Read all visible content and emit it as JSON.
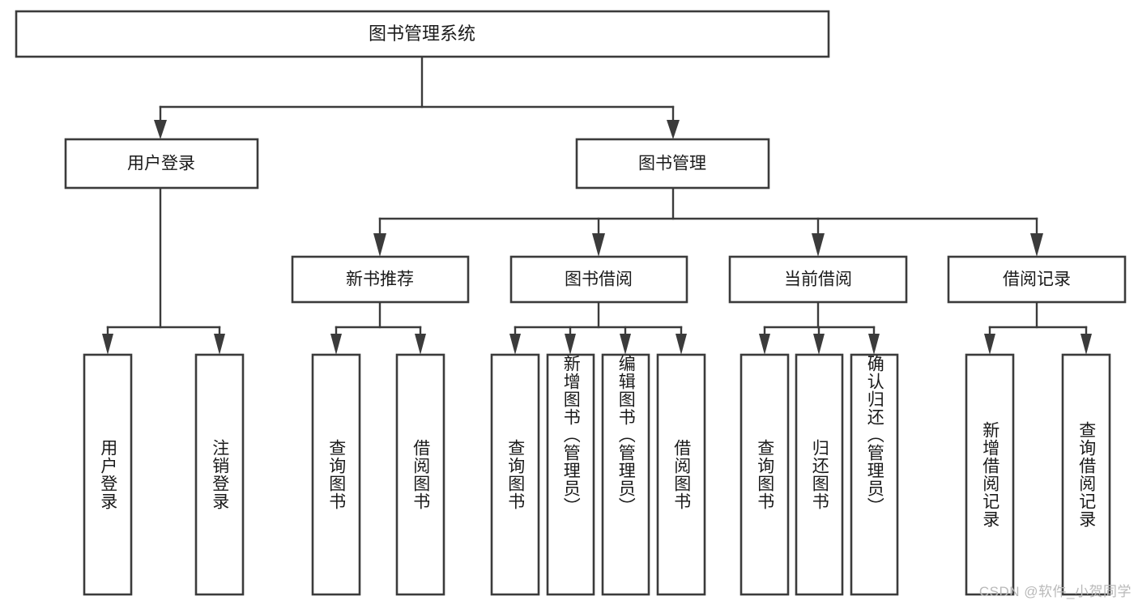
{
  "diagram": {
    "title": "图书管理系统",
    "type": "hierarchy-tree",
    "root": {
      "id": "root",
      "label": "图书管理系统",
      "orientation": "horizontal"
    },
    "level2": [
      {
        "id": "user-login",
        "label": "用户登录",
        "orientation": "horizontal"
      },
      {
        "id": "book-management",
        "label": "图书管理",
        "orientation": "horizontal"
      }
    ],
    "level3": [
      {
        "id": "new-book-recommend",
        "label": "新书推荐",
        "orientation": "horizontal",
        "parent": "book-management"
      },
      {
        "id": "book-borrow",
        "label": "图书借阅",
        "orientation": "horizontal",
        "parent": "book-management"
      },
      {
        "id": "current-borrow",
        "label": "当前借阅",
        "orientation": "horizontal",
        "parent": "book-management"
      },
      {
        "id": "borrow-record",
        "label": "借阅记录",
        "orientation": "horizontal",
        "parent": "book-management"
      }
    ],
    "leaves": [
      {
        "id": "leaf-user-login",
        "label": "用户登录",
        "orientation": "vertical",
        "parent": "user-login"
      },
      {
        "id": "leaf-user-logout",
        "label": "注销登录",
        "orientation": "vertical",
        "parent": "user-login"
      },
      {
        "id": "leaf-query-book-1",
        "label": "查询图书",
        "orientation": "vertical",
        "parent": "new-book-recommend"
      },
      {
        "id": "leaf-borrow-book-1",
        "label": "借阅图书",
        "orientation": "vertical",
        "parent": "new-book-recommend"
      },
      {
        "id": "leaf-query-book-2",
        "label": "查询图书",
        "orientation": "vertical",
        "parent": "book-borrow"
      },
      {
        "id": "leaf-add-book",
        "label": "新增图书（管理员）",
        "orientation": "vertical",
        "parent": "book-borrow"
      },
      {
        "id": "leaf-edit-book",
        "label": "编辑图书（管理员）",
        "orientation": "vertical",
        "parent": "book-borrow"
      },
      {
        "id": "leaf-borrow-book-2",
        "label": "借阅图书",
        "orientation": "vertical",
        "parent": "book-borrow"
      },
      {
        "id": "leaf-query-book-3",
        "label": "查询图书",
        "orientation": "vertical",
        "parent": "current-borrow"
      },
      {
        "id": "leaf-return-book",
        "label": "归还图书",
        "orientation": "vertical",
        "parent": "current-borrow"
      },
      {
        "id": "leaf-confirm-return",
        "label": "确认归还（管理员）",
        "orientation": "vertical",
        "parent": "current-borrow"
      },
      {
        "id": "leaf-add-record",
        "label": "新增借阅记录",
        "orientation": "vertical",
        "parent": "borrow-record"
      },
      {
        "id": "leaf-query-record",
        "label": "查询借阅记录",
        "orientation": "vertical",
        "parent": "borrow-record"
      }
    ]
  },
  "watermark": {
    "text": "CSDN @软件_小贺同学"
  },
  "colors": {
    "box_stroke": "#3b3b3b",
    "box_fill": "#ffffff",
    "text": "#1a1a1a",
    "connector": "#3b3b3b",
    "watermark": "#b9b9b9",
    "background": "#ffffff"
  }
}
